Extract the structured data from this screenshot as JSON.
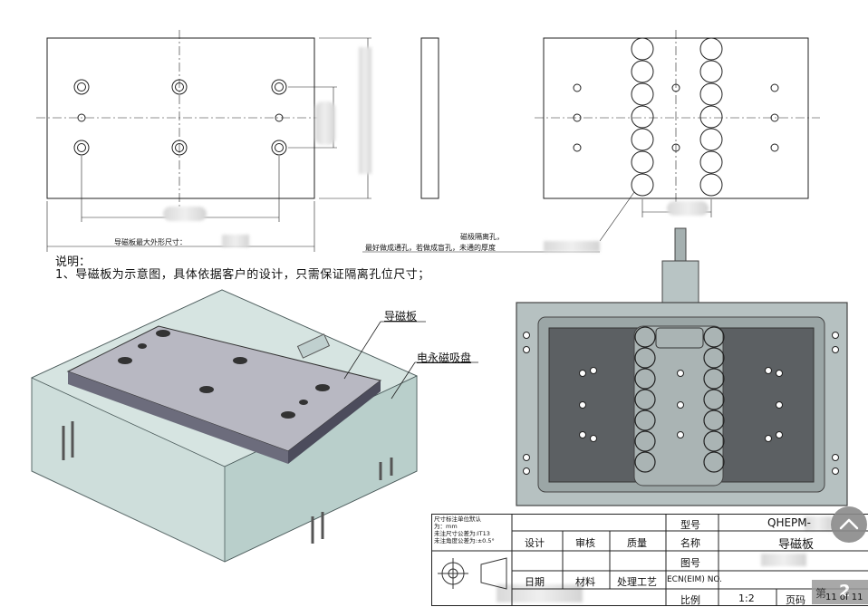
{
  "drawing": {
    "outline_label": "导磁板最大外形尺寸：",
    "hole_note_line1": "磁极隔离孔，",
    "hole_note_line2": "最好做成通孔，若做成盲孔，未通的厚度",
    "notes_title": "说明：",
    "notes_1": "1、导磁板为示意图，具体依据客户的设计，只需保证隔离孔位尺寸；",
    "callout_plate": "导磁板",
    "callout_chuck": "电永磁吸盘"
  },
  "title_block": {
    "remarks": [
      "尺寸标注单位默认",
      "为：mm",
      "未注尺寸公差为:IT13",
      "未注角度公差为:±0.5°"
    ],
    "design": "设计",
    "review": "审核",
    "quality": "质量",
    "date": "日期",
    "material": "材料",
    "process": "处理工艺",
    "model_label": "型号",
    "name_label": "名称",
    "drawing_no_label": "图号",
    "ecn_label": "ECN(EIM) NO.",
    "scale_label": "比例",
    "scale_value": "1:2",
    "model_value": "QHEPM-",
    "name_value": "导磁板",
    "page_label": "页码",
    "page_value": "11 of 11"
  },
  "overlay": {
    "page_prefix": "第",
    "page_number": "2"
  },
  "icons": {
    "scroll_up": "chevron-up-icon"
  }
}
